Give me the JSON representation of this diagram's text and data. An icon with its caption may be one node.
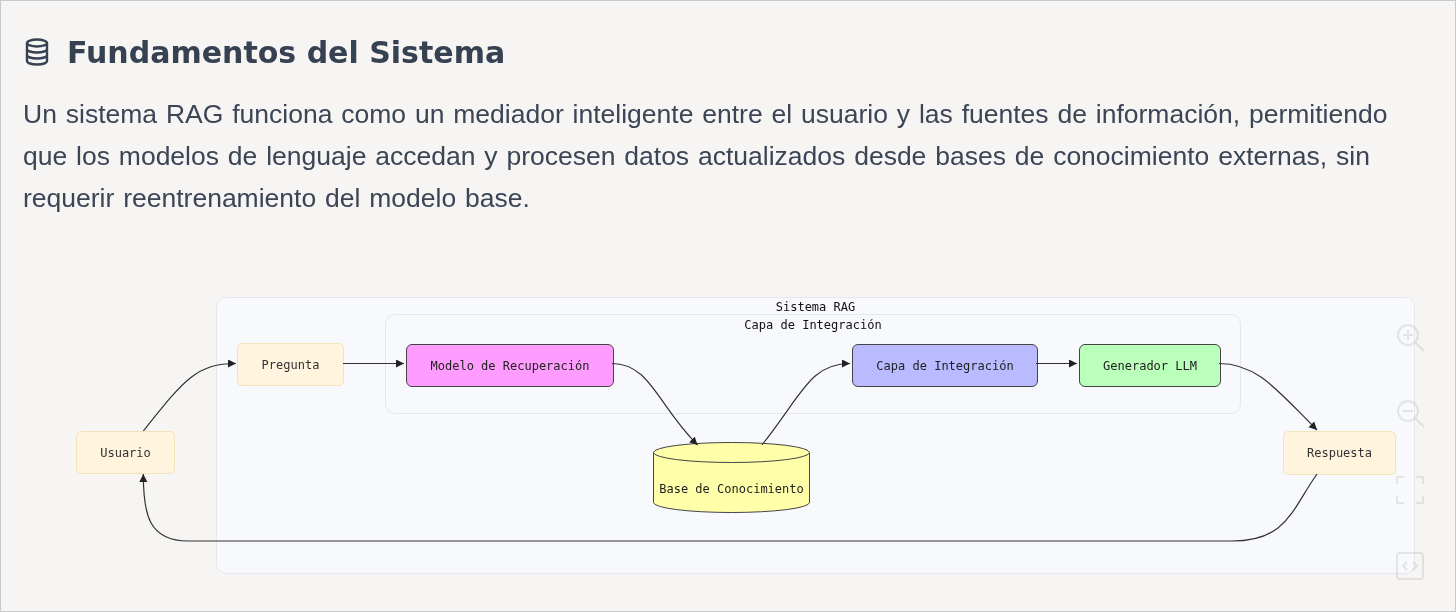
{
  "diagram": {
    "title": "Fundamentos del Sistema",
    "caption": "Un sistema RAG funciona como un mediador inteligente entre el usuario y las fuentes de información, permitiendo que los modelos de lenguaje accedan y procesen datos actualizados desde bases de conocimiento externas, sin requerir reentrenamiento del modelo base.",
    "nodes": [
      {
        "text": [
          "Sistema RAG"
        ]
      },
      {
        "text": [
          "Capa de Integración"
        ],
        "in": 0
      },
      {
        "text": [
          "Usuario"
        ]
      },
      {
        "text": [
          "Pregunta"
        ],
        "in": 0
      },
      {
        "text": [
          "Modelo de Recuperación"
        ],
        "in": 1
      },
      {
        "text": [
          "Capa de Integración"
        ],
        "in": 1
      },
      {
        "text": [
          "Generador LLM"
        ],
        "in": 1
      },
      {
        "text": [
          "Base de Conocimiento"
        ],
        "in": 0
      },
      {
        "text": [
          "Respuesta"
        ],
        "in": 0
      }
    ],
    "edges": [
      {
        "from": 2,
        "to": 3,
        "arrow": "to"
      },
      {
        "from": 3,
        "to": 4,
        "arrow": "to"
      },
      {
        "from": 4,
        "to": 7,
        "arrow": "to"
      },
      {
        "from": 7,
        "to": 5,
        "arrow": "to"
      },
      {
        "from": 5,
        "to": 6,
        "arrow": "to"
      },
      {
        "from": 6,
        "to": 8,
        "arrow": "to"
      },
      {
        "from": 8,
        "to": 2,
        "arrow": "to"
      }
    ]
  }
}
